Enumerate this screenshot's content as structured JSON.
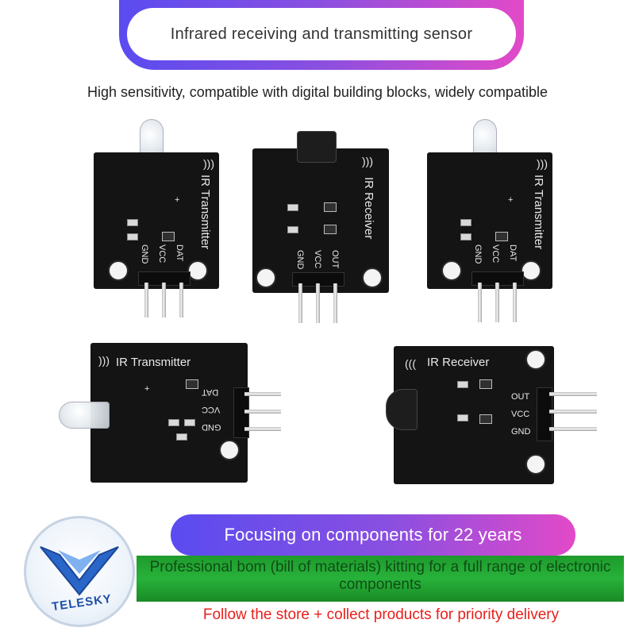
{
  "header": {
    "title": "Infrared receiving and transmitting sensor"
  },
  "subtitle": "High sensitivity, compatible with digital building blocks, widely compatible",
  "boards": {
    "ir_transmitter": "IR Transmitter",
    "ir_receiver": "IR Receiver",
    "pins_tx": [
      "GND",
      "VCC",
      "DAT"
    ],
    "pins_rx": [
      "GND",
      "VCC",
      "OUT"
    ],
    "plus": "+"
  },
  "promo": {
    "years": "Focusing on components for 22 years",
    "bom": "Professional bom (bill of materials) kitting for a full range of electronic components",
    "follow": "Follow the store + collect products for priority delivery"
  },
  "logo": {
    "brand": "TELESKY"
  },
  "colors": {
    "accent_start": "#5a4cf0",
    "accent_end": "#e24ac8",
    "follow_red": "#e8201c",
    "green": "#28b23a"
  }
}
